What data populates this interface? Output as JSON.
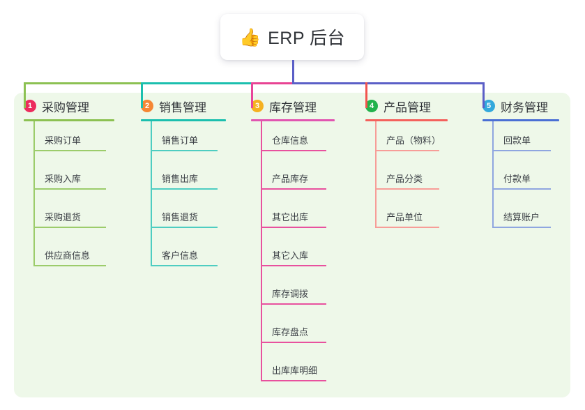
{
  "root": {
    "icon": "thumbs-up-icon",
    "emoji": "👍",
    "title": "ERP 后台"
  },
  "palette": {
    "panel_bg": "#eef8e9",
    "page_bg": "#ffffff",
    "card_bg": "#ffffff",
    "text": "#2f3237"
  },
  "connectors": {
    "trunk_color": "#5b5fc7",
    "segment_1_color": "#8cc152",
    "segment_2_color": "#1bbfae",
    "segment_3_color": "#e84393",
    "segment_4_color": "#5b5fc7",
    "drop_1_color": "#8cc152",
    "drop_2_color": "#1bbfae",
    "drop_3_color": "#e8459a",
    "drop_4_color": "#f2544f",
    "drop_5_color": "#5b5fc7"
  },
  "branches": [
    {
      "number": "1",
      "title": "采购管理",
      "badge_color": "#ec2c5d",
      "rule_color": "#8cc152",
      "leaf_rule_color": "#9ccc6b",
      "spine_color": "#9ccc6b",
      "leaves": [
        {
          "label": "采购订单"
        },
        {
          "label": "采购入库"
        },
        {
          "label": "采购退货"
        },
        {
          "label": "供应商信息"
        }
      ]
    },
    {
      "number": "2",
      "title": "销售管理",
      "badge_color": "#f58634",
      "rule_color": "#1bbfae",
      "leaf_rule_color": "#4ecdc1",
      "spine_color": "#4ecdc1",
      "leaves": [
        {
          "label": "销售订单"
        },
        {
          "label": "销售出库"
        },
        {
          "label": "销售退货"
        },
        {
          "label": "客户信息"
        }
      ]
    },
    {
      "number": "3",
      "title": "库存管理",
      "badge_color": "#f5b120",
      "rule_color": "#e155b0",
      "leaf_rule_color": "#e8519e",
      "spine_color": "#e8519e",
      "leaves": [
        {
          "label": "仓库信息"
        },
        {
          "label": "产品库存"
        },
        {
          "label": "其它出库"
        },
        {
          "label": "其它入库"
        },
        {
          "label": "库存调拨"
        },
        {
          "label": "库存盘点"
        },
        {
          "label": "出库库明细"
        }
      ]
    },
    {
      "number": "4",
      "title": "产品管理",
      "badge_color": "#22b24c",
      "rule_color": "#f4615c",
      "leaf_rule_color": "#f79d98",
      "spine_color": "#f79d98",
      "leaves": [
        {
          "label": "产品（物料）"
        },
        {
          "label": "产品分类"
        },
        {
          "label": "产品单位"
        }
      ]
    },
    {
      "number": "5",
      "title": "财务管理",
      "badge_color": "#33a9dc",
      "rule_color": "#4a6fd4",
      "leaf_rule_color": "#8fa6e0",
      "spine_color": "#8fa6e0",
      "leaves": [
        {
          "label": "回款单"
        },
        {
          "label": "付款单"
        },
        {
          "label": "结算账户"
        }
      ]
    }
  ]
}
